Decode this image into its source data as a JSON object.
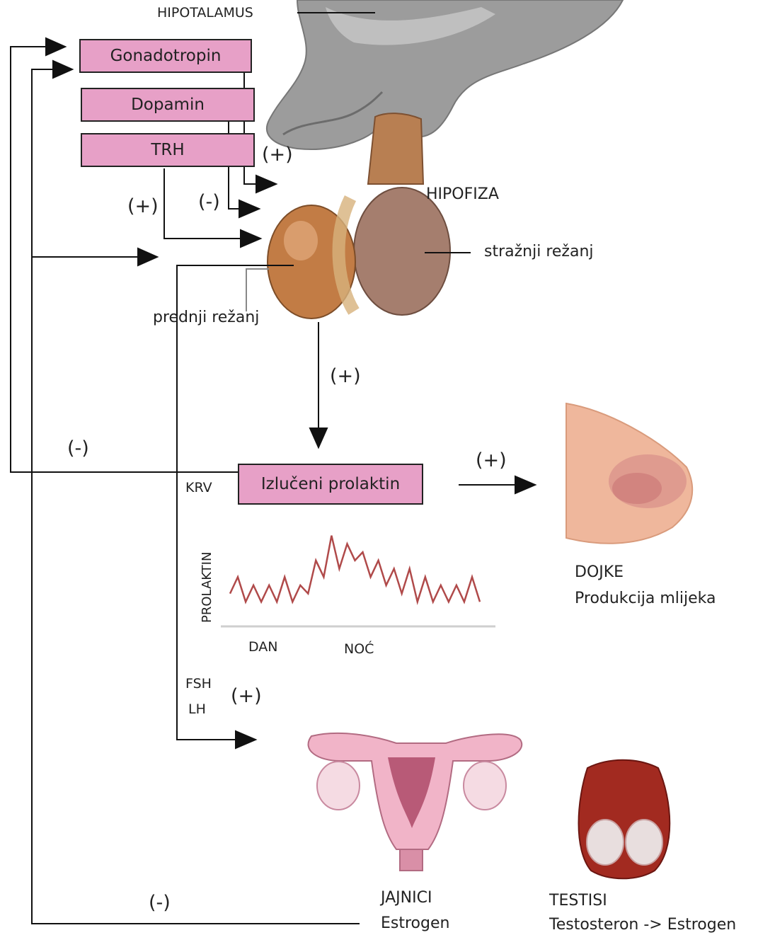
{
  "labels": {
    "hipotalamus": "HIPOTALAMUS",
    "hipofiza": "HIPOFIZA",
    "straznji_rezanj": "stražnji režanj",
    "prednji_rezanj": "prednji režanj",
    "krv": "KRV",
    "dojke_title": "DOJKE",
    "dojke_desc": "Produkcija mlijeka",
    "fsh": "FSH",
    "lh": "LH",
    "jajnici_title": "JAJNICI",
    "jajnici_desc": "Estrogen",
    "testisi_title": "TESTISI",
    "testisi_desc": "Testosteron -> Estrogen"
  },
  "boxes": {
    "gonadotropin": "Gonadotropin",
    "dopamin": "Dopamin",
    "trh": "TRH",
    "prolaktin": "Izlučeni prolaktin"
  },
  "signs": {
    "trh_plus": "(+)",
    "dopamin_minus": "(-)",
    "gonadotropin_plus": "(+)",
    "pituitary_plus": "(+)",
    "feedback_minus_top": "(-)",
    "breast_plus": "(+)",
    "fsh_plus": "(+)",
    "feedback_minus_bottom": "(-)"
  },
  "chart_data": {
    "type": "line",
    "title": "",
    "ylabel": "PROLAKTIN",
    "xlabels": [
      "DAN",
      "NOĆ"
    ],
    "series": [
      {
        "values": [
          2,
          4,
          1,
          3,
          1,
          3,
          1,
          4,
          1,
          3,
          2,
          6,
          4,
          9,
          5,
          8,
          6,
          7,
          4,
          6,
          3,
          5,
          2,
          5,
          1,
          4,
          1,
          3,
          1,
          3,
          1,
          4,
          1
        ]
      }
    ],
    "ylim": [
      0,
      10
    ],
    "grid": false,
    "line_color": "#b04a4a"
  },
  "colors": {
    "box_fill": "#e7a0c7",
    "line": "#111111"
  }
}
